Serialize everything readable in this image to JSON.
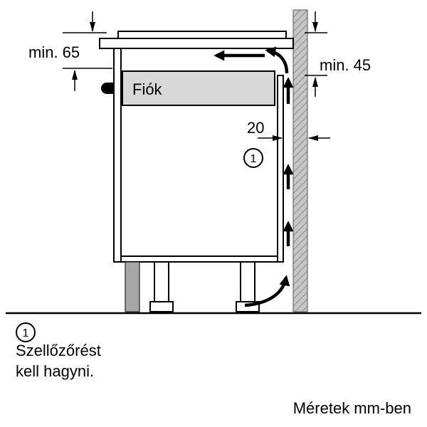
{
  "diagram": {
    "labels": {
      "min_left": "min. 65",
      "min_right": "min. 45",
      "drawer": "Fiók",
      "gap_width": "20",
      "callout_number": "1"
    },
    "footnote": {
      "number": "1",
      "line1": "Szellőzőrést",
      "line2": "kell hagyni."
    },
    "units_note": "Méretek mm-ben",
    "colors": {
      "wall_fill": "#c6c6c6",
      "wall_hatch": "#8e8e8e",
      "drawer_fill": "#d8d8d8",
      "plinth_fill": "#a6a6a6",
      "line": "#000000",
      "background": "#ffffff"
    }
  }
}
